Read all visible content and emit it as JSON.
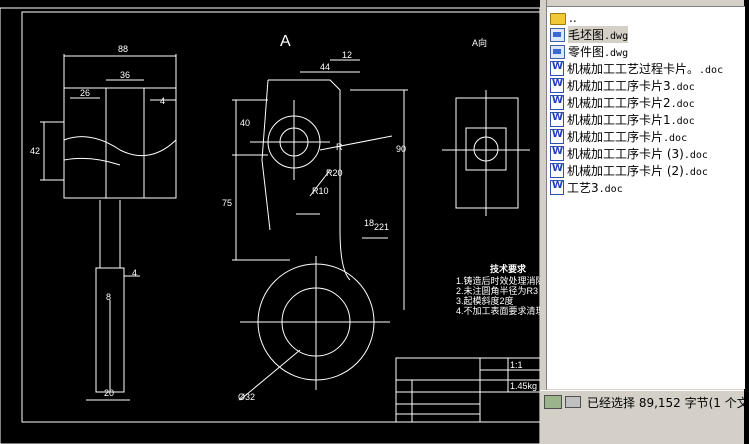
{
  "drawing": {
    "section_label": "A",
    "view_label": "A向",
    "tech_title": "技术要求",
    "tech_items": [
      "1.铸造后时效处理消除",
      "2.未注圆角半径为R3",
      "3.起模斜度2度",
      "4.不加工表面要求清理"
    ],
    "title_block": {
      "sheet": "1:1",
      "weight": "1.45kg"
    },
    "dims": [
      "88",
      "36",
      "26",
      "4",
      "42",
      "44",
      "12",
      "40",
      "90",
      "75",
      "R10",
      "R20",
      "18",
      "221",
      "4",
      "20",
      "8",
      "Ø32",
      "R"
    ]
  },
  "file_list": {
    "items": [
      {
        "name": "..",
        "ext": "",
        "icon": "folder-icon",
        "selected": false
      },
      {
        "name": "毛坯图",
        "ext": ".dwg",
        "icon": "dwg-icon",
        "selected": true
      },
      {
        "name": "零件图",
        "ext": ".dwg",
        "icon": "dwg-icon",
        "selected": false
      },
      {
        "name": "机械加工工艺过程卡片。",
        "ext": ".doc",
        "icon": "doc-icon",
        "selected": false
      },
      {
        "name": "机械加工工序卡片3",
        "ext": ".doc",
        "icon": "doc-icon",
        "selected": false
      },
      {
        "name": "机械加工工序卡片2",
        "ext": ".doc",
        "icon": "doc-icon",
        "selected": false
      },
      {
        "name": "机械加工工序卡片1",
        "ext": ".doc",
        "icon": "doc-icon",
        "selected": false
      },
      {
        "name": "机械加工工序卡片",
        "ext": ".doc",
        "icon": "doc-icon",
        "selected": false
      },
      {
        "name": "机械加工工序卡片 (3)",
        "ext": ".doc",
        "icon": "doc-icon",
        "selected": false
      },
      {
        "name": "机械加工工序卡片 (2)",
        "ext": ".doc",
        "icon": "doc-icon",
        "selected": false
      },
      {
        "name": "工艺3",
        "ext": ".doc",
        "icon": "doc-icon",
        "selected": false
      }
    ]
  },
  "status_bar": {
    "text": "已经选择 89,152 字节(1 个文"
  }
}
